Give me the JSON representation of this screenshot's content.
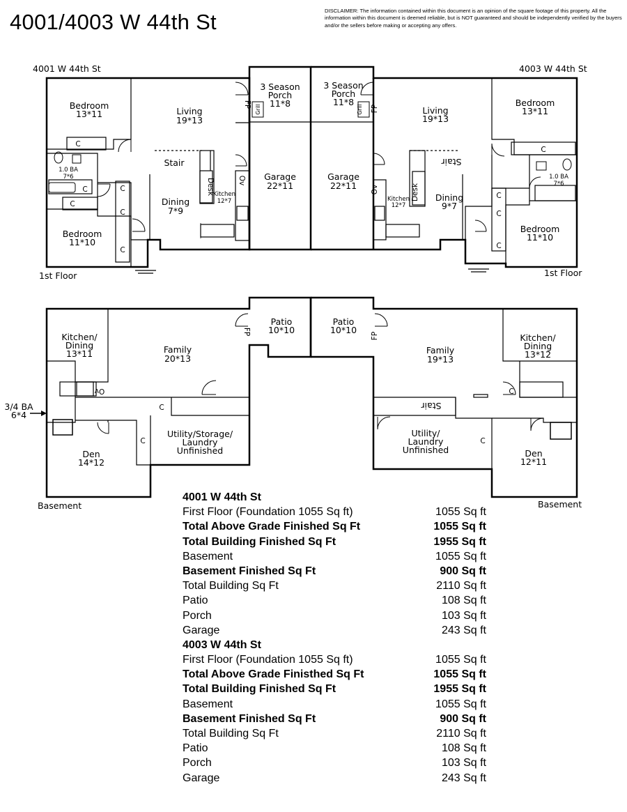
{
  "title": "4001/4003 W 44th St",
  "disclaimer": "DISCLAIMER: The information contained within this document is an opinion of the square footage of this property. All the information within this document is deemed reliable, but is NOT guaranteed and should be independently verified by the buyers and/or the sellers before making or accepting any offers.",
  "plan": {
    "unit_left": "4001 W 44th St",
    "unit_right": "4003 W 44th St",
    "first_floor_label": "1st Floor",
    "basement_label": "Basement",
    "left_first": {
      "bedroom1": {
        "name": "Bedroom",
        "dim": "13*11"
      },
      "living": {
        "name": "Living",
        "dim": "19*13"
      },
      "porch": {
        "name1": "3 Season",
        "name2": "Porch",
        "dim": "11*8"
      },
      "fp": "FP",
      "grill": "Grill",
      "garage": {
        "name": "Garage",
        "dim": "22*11"
      },
      "stair": "Stair",
      "bath": {
        "name": "1.0 BA",
        "dim": "7*6"
      },
      "dining": {
        "name": "Dining",
        "dim": "7*9"
      },
      "desk": "Desk",
      "ov": "Ov",
      "kitchen": {
        "name": "Kitchen",
        "dim": "12*7"
      },
      "bedroom2": {
        "name": "Bedroom",
        "dim": "11*10"
      }
    },
    "right_first": {
      "bedroom1": {
        "name": "Bedroom",
        "dim": "13*11"
      },
      "living": {
        "name": "Living",
        "dim": "19*13"
      },
      "porch": {
        "name1": "3 Season",
        "name2": "Porch",
        "dim": "11*8"
      },
      "fp": "FP",
      "grill": "Grill",
      "garage": {
        "name": "Garage",
        "dim": "22*11"
      },
      "stair": "Stair",
      "bath": {
        "name": "1.0 BA",
        "dim": "7*6"
      },
      "dining": {
        "name": "Dining",
        "dim": "9*7"
      },
      "desk": "Desk",
      "ov": "Ov",
      "kitchen": {
        "name": "Kitchen",
        "dim": "12*7"
      },
      "bedroom2": {
        "name": "Bedroom",
        "dim": "11*10"
      }
    },
    "left_base": {
      "kitchen": {
        "name1": "Kitchen/",
        "name2": "Dining",
        "dim": "13*11"
      },
      "family": {
        "name": "Family",
        "dim": "20*13"
      },
      "patio": {
        "name": "Patio",
        "dim": "10*10"
      },
      "fp": "FP",
      "bath": {
        "name": "3/4 BA",
        "dim": "6*4"
      },
      "ov": "Ov",
      "utility": {
        "name1": "Utility/Storage/",
        "name2": "Laundry",
        "name3": "Unfinished"
      },
      "den": {
        "name": "Den",
        "dim": "14*12"
      }
    },
    "right_base": {
      "kitchen": {
        "name1": "Kitchen/",
        "name2": "Dining",
        "dim": "13*12"
      },
      "family": {
        "name": "Family",
        "dim": "19*13"
      },
      "patio": {
        "name": "Patio",
        "dim": "10*10"
      },
      "fp": "FP",
      "stair": "Stair",
      "utility": {
        "name1": "Utility/",
        "name2": "Laundry",
        "name3": "Unfinished"
      },
      "den": {
        "name": "Den",
        "dim": "12*11"
      }
    },
    "closet": "C"
  },
  "stats": [
    {
      "address": "4001 W 44th St",
      "rows": [
        {
          "label": "First Floor (Foundation 1055 Sq ft)",
          "value": "1055 Sq ft",
          "bold": false
        },
        {
          "label": "Total Above Grade Finished Sq Ft",
          "value": "1055 Sq ft",
          "bold": true
        },
        {
          "label": "Total Building Finished Sq Ft",
          "value": "1955 Sq ft",
          "bold": true
        },
        {
          "label": "Basement",
          "value": "1055 Sq ft",
          "bold": false
        },
        {
          "label": "Basement Finished Sq Ft",
          "value": "900 Sq ft",
          "bold": true
        },
        {
          "label": "Total Building Sq Ft",
          "value": "2110 Sq ft",
          "bold": false
        },
        {
          "label": "Patio",
          "value": "108 Sq ft",
          "bold": false
        },
        {
          "label": "Porch",
          "value": "103 Sq ft",
          "bold": false
        },
        {
          "label": "Garage",
          "value": "243 Sq ft",
          "bold": false
        }
      ]
    },
    {
      "address": "4003 W 44th St",
      "rows": [
        {
          "label": "First Floor (Foundation 1055 Sq ft)",
          "value": "1055 Sq ft",
          "bold": false
        },
        {
          "label": "Total Above Grade Finisthed Sq Ft",
          "value": "1055 Sq ft",
          "bold": true
        },
        {
          "label": "Total Building Finished Sq Ft",
          "value": "1955 Sq ft",
          "bold": true
        },
        {
          "label": "Basement",
          "value": "1055 Sq ft",
          "bold": false
        },
        {
          "label": "Basement Finished Sq Ft",
          "value": "900 Sq ft",
          "bold": true
        },
        {
          "label": "Total Building Sq Ft",
          "value": "2110 Sq ft",
          "bold": false
        },
        {
          "label": "Patio",
          "value": "108 Sq ft",
          "bold": false
        },
        {
          "label": "Porch",
          "value": "103 Sq ft",
          "bold": false
        },
        {
          "label": "Garage",
          "value": "243 Sq ft",
          "bold": false
        }
      ]
    }
  ]
}
